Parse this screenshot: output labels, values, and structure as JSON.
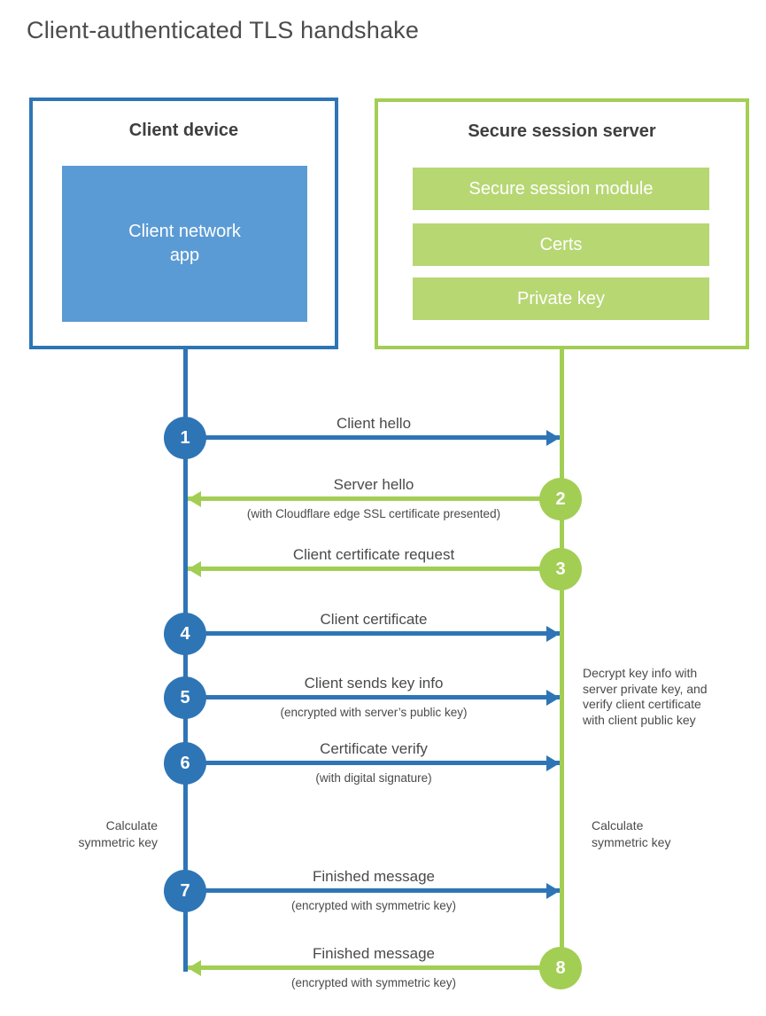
{
  "title": "Client-authenticated TLS handshake",
  "client": {
    "title": "Client device",
    "app": "Client network\napp"
  },
  "server": {
    "title": "Secure session server",
    "modules": [
      "Secure session module",
      "Certs",
      "Private key"
    ]
  },
  "messages": [
    {
      "num": "1",
      "direction": "client-to-server",
      "label": "Client hello",
      "sublabel": ""
    },
    {
      "num": "2",
      "direction": "server-to-client",
      "label": "Server hello",
      "sublabel": "(with Cloudflare edge SSL certificate presented)"
    },
    {
      "num": "3",
      "direction": "server-to-client",
      "label": "Client certificate request",
      "sublabel": ""
    },
    {
      "num": "4",
      "direction": "client-to-server",
      "label": "Client certificate",
      "sublabel": ""
    },
    {
      "num": "5",
      "direction": "client-to-server",
      "label": "Client sends key info",
      "sublabel": "(encrypted with server’s public key)"
    },
    {
      "num": "6",
      "direction": "client-to-server",
      "label": "Certificate verify",
      "sublabel": "(with digital signature)"
    },
    {
      "num": "7",
      "direction": "client-to-server",
      "label": "Finished message",
      "sublabel": "(encrypted with symmetric key)"
    },
    {
      "num": "8",
      "direction": "server-to-client",
      "label": "Finished message",
      "sublabel": "(encrypted with symmetric key)"
    }
  ],
  "notes": {
    "calculate_left": "Calculate\nsymmetric key",
    "calculate_right": "Calculate\nsymmetric key",
    "decrypt": "Decrypt key info with\nserver private key, and\nverify client certificate\nwith client public key"
  },
  "colors": {
    "blue": "#2e75b6",
    "blue_fill": "#5b9bd5",
    "green": "#a2ce54",
    "green_fill": "#b7d773"
  }
}
